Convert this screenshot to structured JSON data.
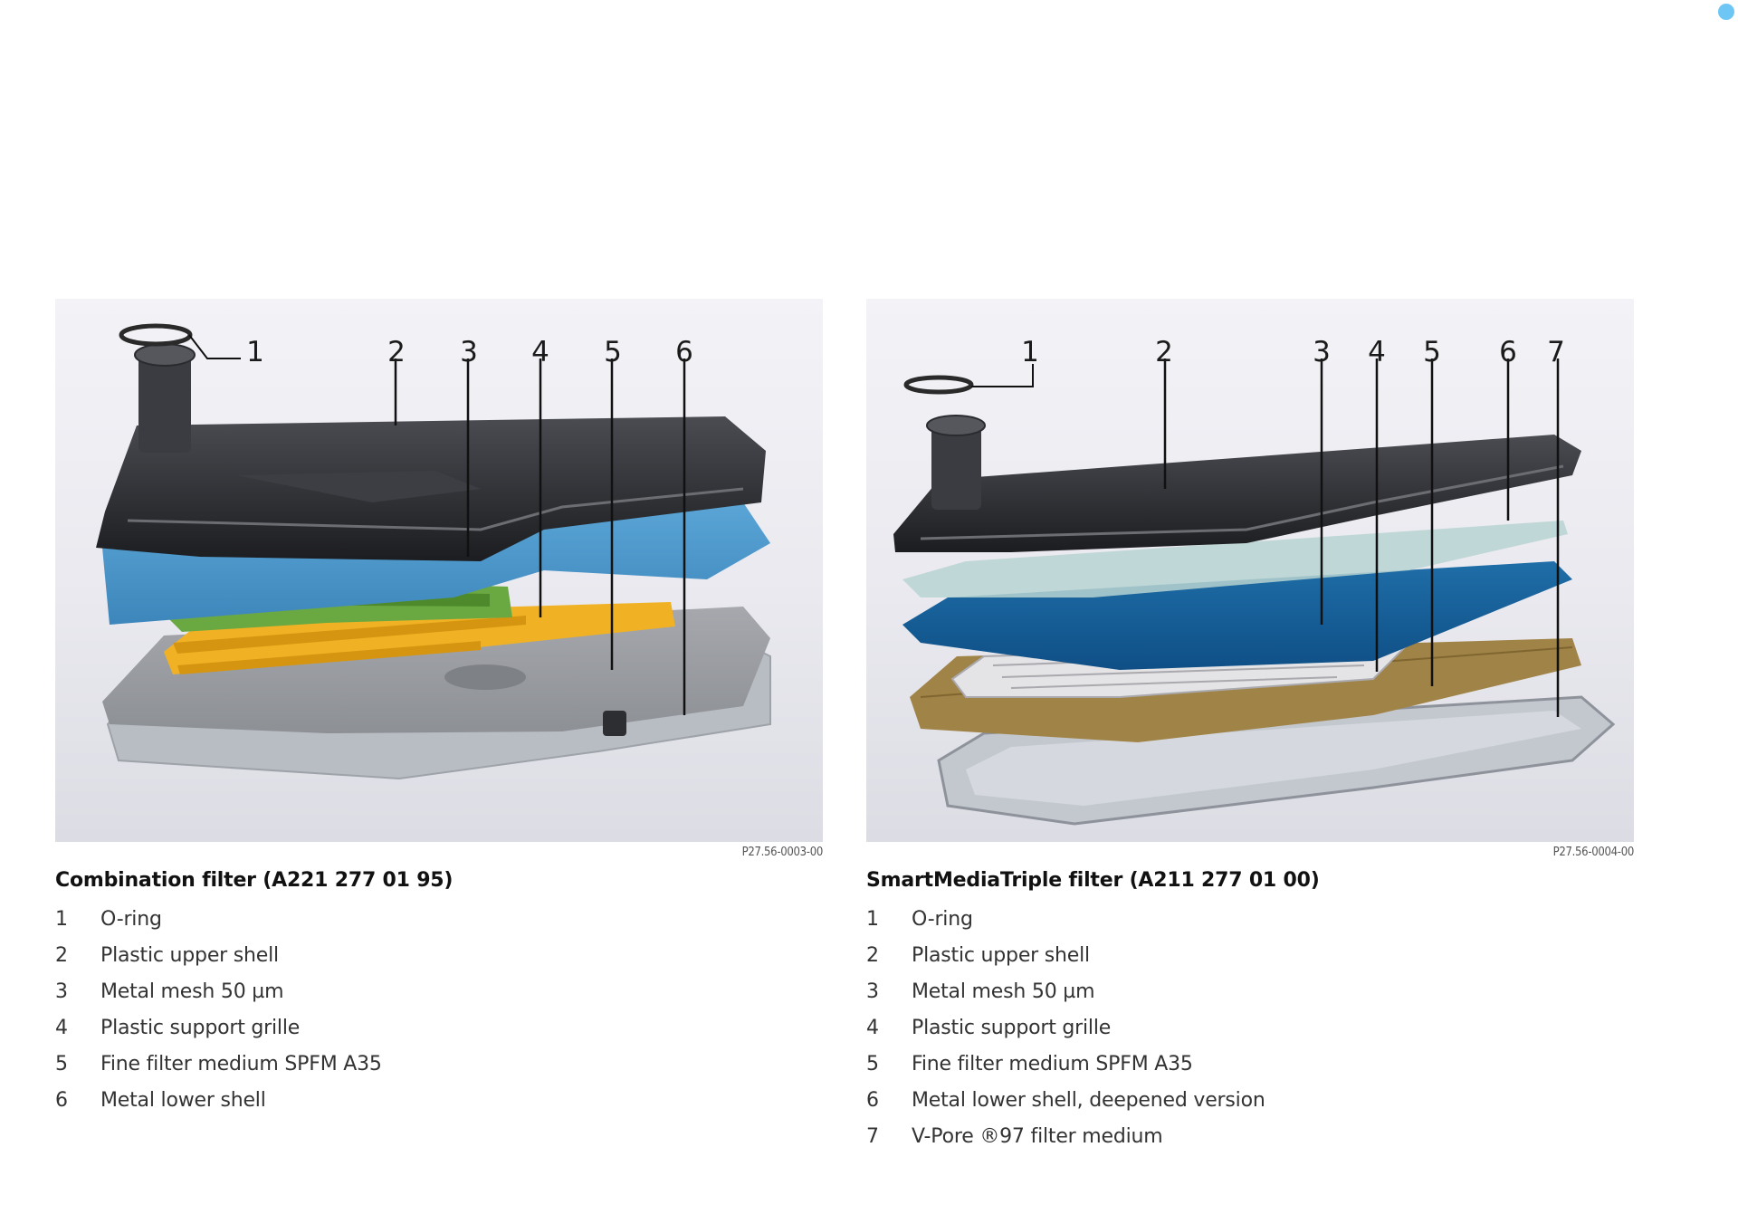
{
  "accent_color": "#6ec6f5",
  "panels": [
    {
      "figure_code": "P27.56-0003-00",
      "title": "Combination filter (A221 277 01 95)",
      "callouts": [
        "1",
        "2",
        "3",
        "4",
        "5",
        "6"
      ],
      "items": [
        {
          "num": "1",
          "label": "O-ring"
        },
        {
          "num": "2",
          "label": "Plastic upper shell"
        },
        {
          "num": "3",
          "label": "Metal mesh 50 µm"
        },
        {
          "num": "4",
          "label": "Plastic support grille"
        },
        {
          "num": "5",
          "label": "Fine filter medium SPFM A35"
        },
        {
          "num": "6",
          "label": "Metal lower shell"
        }
      ]
    },
    {
      "figure_code": "P27.56-0004-00",
      "title": "SmartMediaTriple filter (A211 277 01 00)",
      "callouts": [
        "1",
        "2",
        "3",
        "4",
        "5",
        "6",
        "7"
      ],
      "items": [
        {
          "num": "1",
          "label": "O-ring"
        },
        {
          "num": "2",
          "label": "Plastic upper shell"
        },
        {
          "num": "3",
          "label": "Metal mesh 50 µm"
        },
        {
          "num": "4",
          "label": "Plastic support grille"
        },
        {
          "num": "5",
          "label": "Fine filter medium SPFM A35"
        },
        {
          "num": "6",
          "label": "Metal lower shell, deepened version"
        },
        {
          "num": "7",
          "label": "V-Pore ®97 filter medium"
        }
      ]
    }
  ]
}
